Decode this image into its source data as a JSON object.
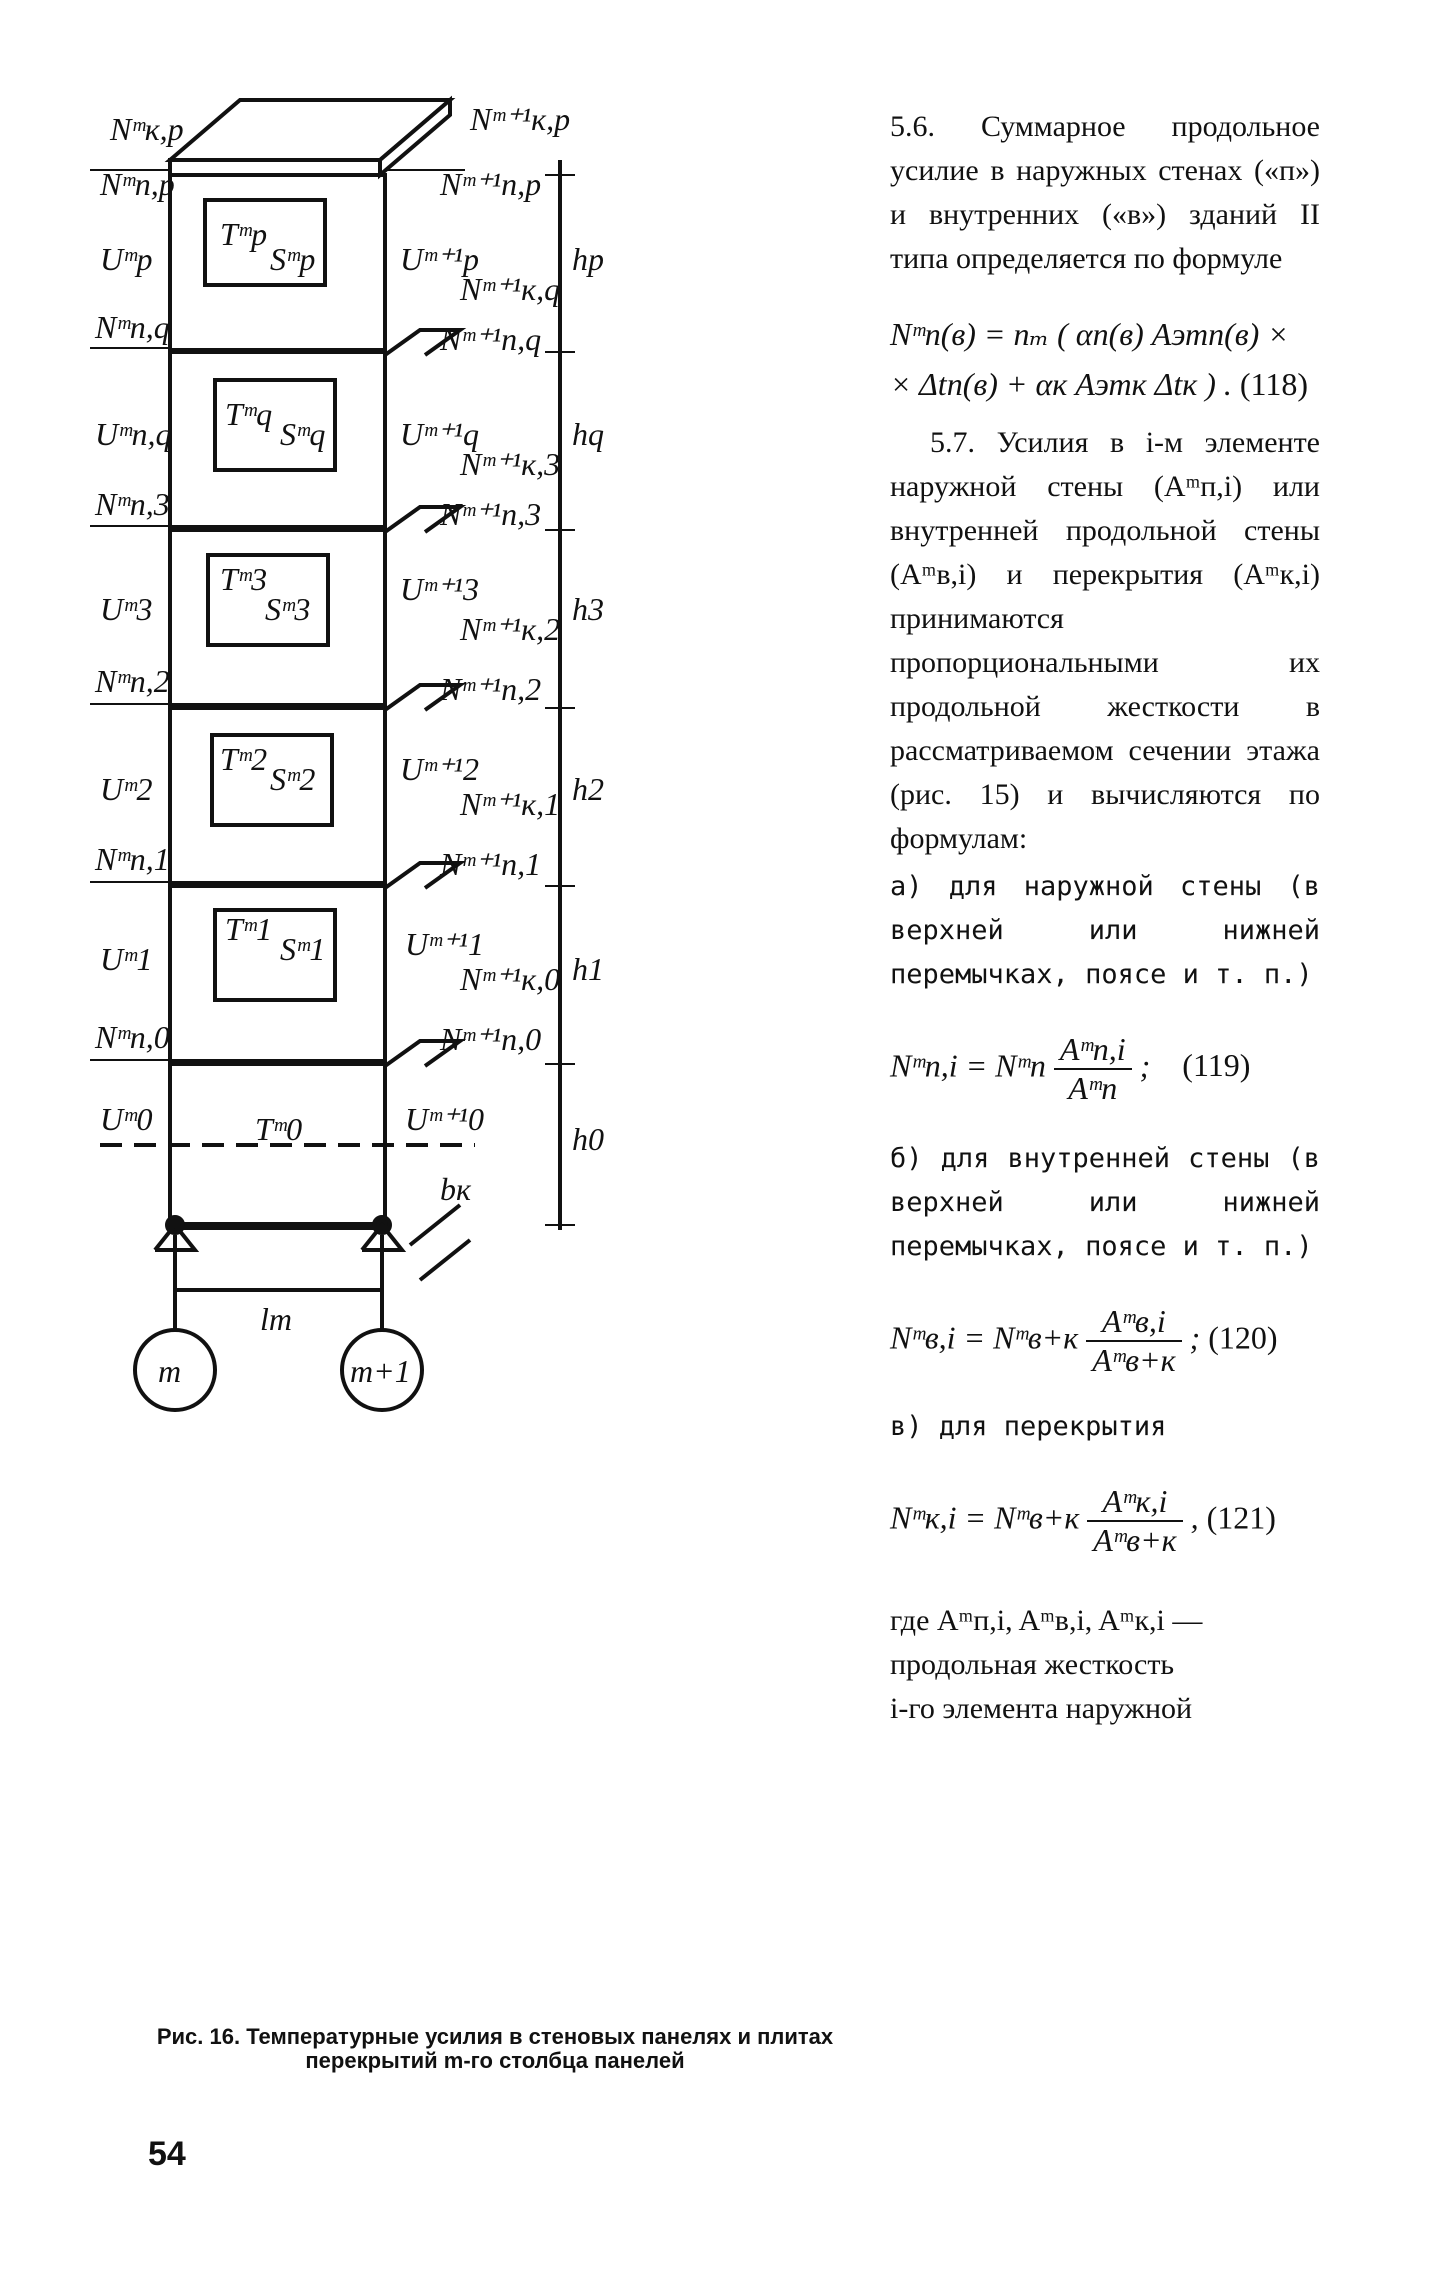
{
  "section_5_6": {
    "number": "5.6.",
    "text": "Суммарное продольное усилие в наружных стенах («п») и внутренних («в») зданий II типа определяется по формуле"
  },
  "formula_118": {
    "line1": "Nᵐп(в) = nₘ ( αп(в) Aэтп(в) ×",
    "line2": "× Δtп(в) + αк Aэтк Δtк ) .",
    "tag": "(118)"
  },
  "section_5_7": {
    "number": "5.7.",
    "text": "Усилия в i-м элементе наружной стены (Aᵐп,i) или внутренней продольной стены (Aᵐв,i) и перекрытия (Aᵐк,i) принимаются пропорциональными их продольной жесткости в рассматриваемом сечении этажа (рис. 15) и вычисляются по формулам:"
  },
  "item_a": "а) для наружной стены (в верхней или нижней перемычках, поясе и т. п.)",
  "formula_119": {
    "lhs": "Nᵐп,i = Nᵐп",
    "num": "Aᵐп,i",
    "den": "Aᵐп",
    "tail": ";",
    "tag": "(119)"
  },
  "item_b": "б) для внутренней стены (в верхней или нижней перемычках, поясе и т. п.)",
  "formula_120": {
    "lhs": "Nᵐв,i = Nᵐв+к",
    "num": "Aᵐв,i",
    "den": "Aᵐв+к",
    "tail": ";",
    "tag": "(120)"
  },
  "item_c": "в) для перекрытия",
  "formula_121": {
    "lhs": "Nᵐк,i = Nᵐв+к",
    "num": "Aᵐк,i",
    "den": "Aᵐв+к",
    "tail": ",",
    "tag": "(121)"
  },
  "where": {
    "line1": "где Aᵐп,i, Aᵐв,i, Aᵐк,i —",
    "line2": "продольная жесткость",
    "line3": "i-го элемента наружной"
  },
  "caption": "Рис. 16. Температурные усилия в стеновых панелях и плитах перекрытий m-го столбца панелей",
  "page_number": "54",
  "figure": {
    "left_forces": [
      "Nᵐк,p",
      "Nᵐп,p",
      "Uᵐp",
      "Nᵐп,q",
      "Uᵐп,q",
      "Nᵐп,3",
      "Uᵐ3",
      "Nᵐп,2",
      "Uᵐ2",
      "Nᵐп,1",
      "Uᵐ1",
      "Nᵐп,0",
      "Uᵐ0"
    ],
    "right_forces": [
      "Nᵐ⁺¹к,p",
      "Nᵐ⁺¹п,p",
      "Uᵐ⁺¹p",
      "Nᵐ⁺¹к,q",
      "Nᵐ⁺¹п,q",
      "Uᵐ⁺¹q",
      "Nᵐ⁺¹к,3",
      "Nᵐ⁺¹п,3",
      "Uᵐ⁺¹3",
      "Nᵐ⁺¹к,2",
      "Nᵐ⁺¹п,2",
      "Uᵐ⁺¹2",
      "Nᵐ⁺¹к,1",
      "Nᵐ⁺¹п,1",
      "Uᵐ⁺¹1",
      "Nᵐ⁺¹к,0",
      "Nᵐ⁺¹п,0",
      "Uᵐ⁺¹0"
    ],
    "panel_T": [
      "Tᵐp",
      "Tᵐq",
      "Tᵐ3",
      "Tᵐ2",
      "Tᵐ1",
      "Tᵐ0"
    ],
    "panel_S": [
      "Sᵐp",
      "Sᵐq",
      "Sᵐ3",
      "Sᵐ2",
      "Sᵐ1"
    ],
    "heights": [
      "hp",
      "hq",
      "h3",
      "h2",
      "h1",
      "h0"
    ],
    "span": "lm",
    "depth": "bк",
    "axis_left": "m",
    "axis_right": "m+1"
  }
}
